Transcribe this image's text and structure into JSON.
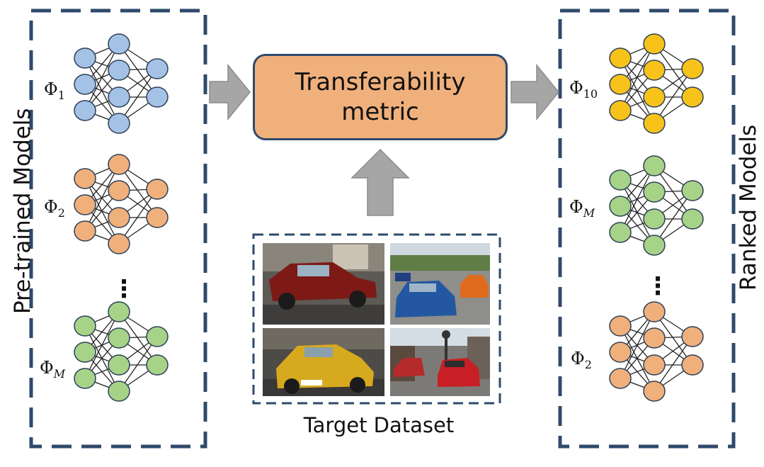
{
  "left_panel": {
    "label": "Pre-trained Models",
    "models": [
      {
        "symbol": "Φ",
        "subscript": "1",
        "color": "#a4c2e6"
      },
      {
        "symbol": "Φ",
        "subscript": "2",
        "color": "#f0b07c"
      },
      {
        "symbol": "Φ",
        "subscript": "M",
        "color": "#a6d388"
      }
    ],
    "ellipsis": "⋮"
  },
  "center": {
    "metric_line1": "Transferability",
    "metric_line2": "metric",
    "dataset_label": "Target Dataset",
    "images": [
      "red-classic-car-photo",
      "street-race-cars-photo",
      "yellow-sports-car-photo",
      "red-hot-rod-photo"
    ]
  },
  "right_panel": {
    "label": "Ranked Models",
    "models": [
      {
        "symbol": "Φ",
        "subscript": "10",
        "color": "#f7c31a"
      },
      {
        "symbol": "Φ",
        "subscript": "M",
        "color": "#a6d388"
      },
      {
        "symbol": "Φ",
        "subscript": "2",
        "color": "#f0b07c"
      }
    ],
    "ellipsis": "⋮"
  },
  "colors": {
    "dashed_border": "#2f4a6b",
    "arrow": "#a6a6a6",
    "node_stroke": "#2f3f55"
  }
}
